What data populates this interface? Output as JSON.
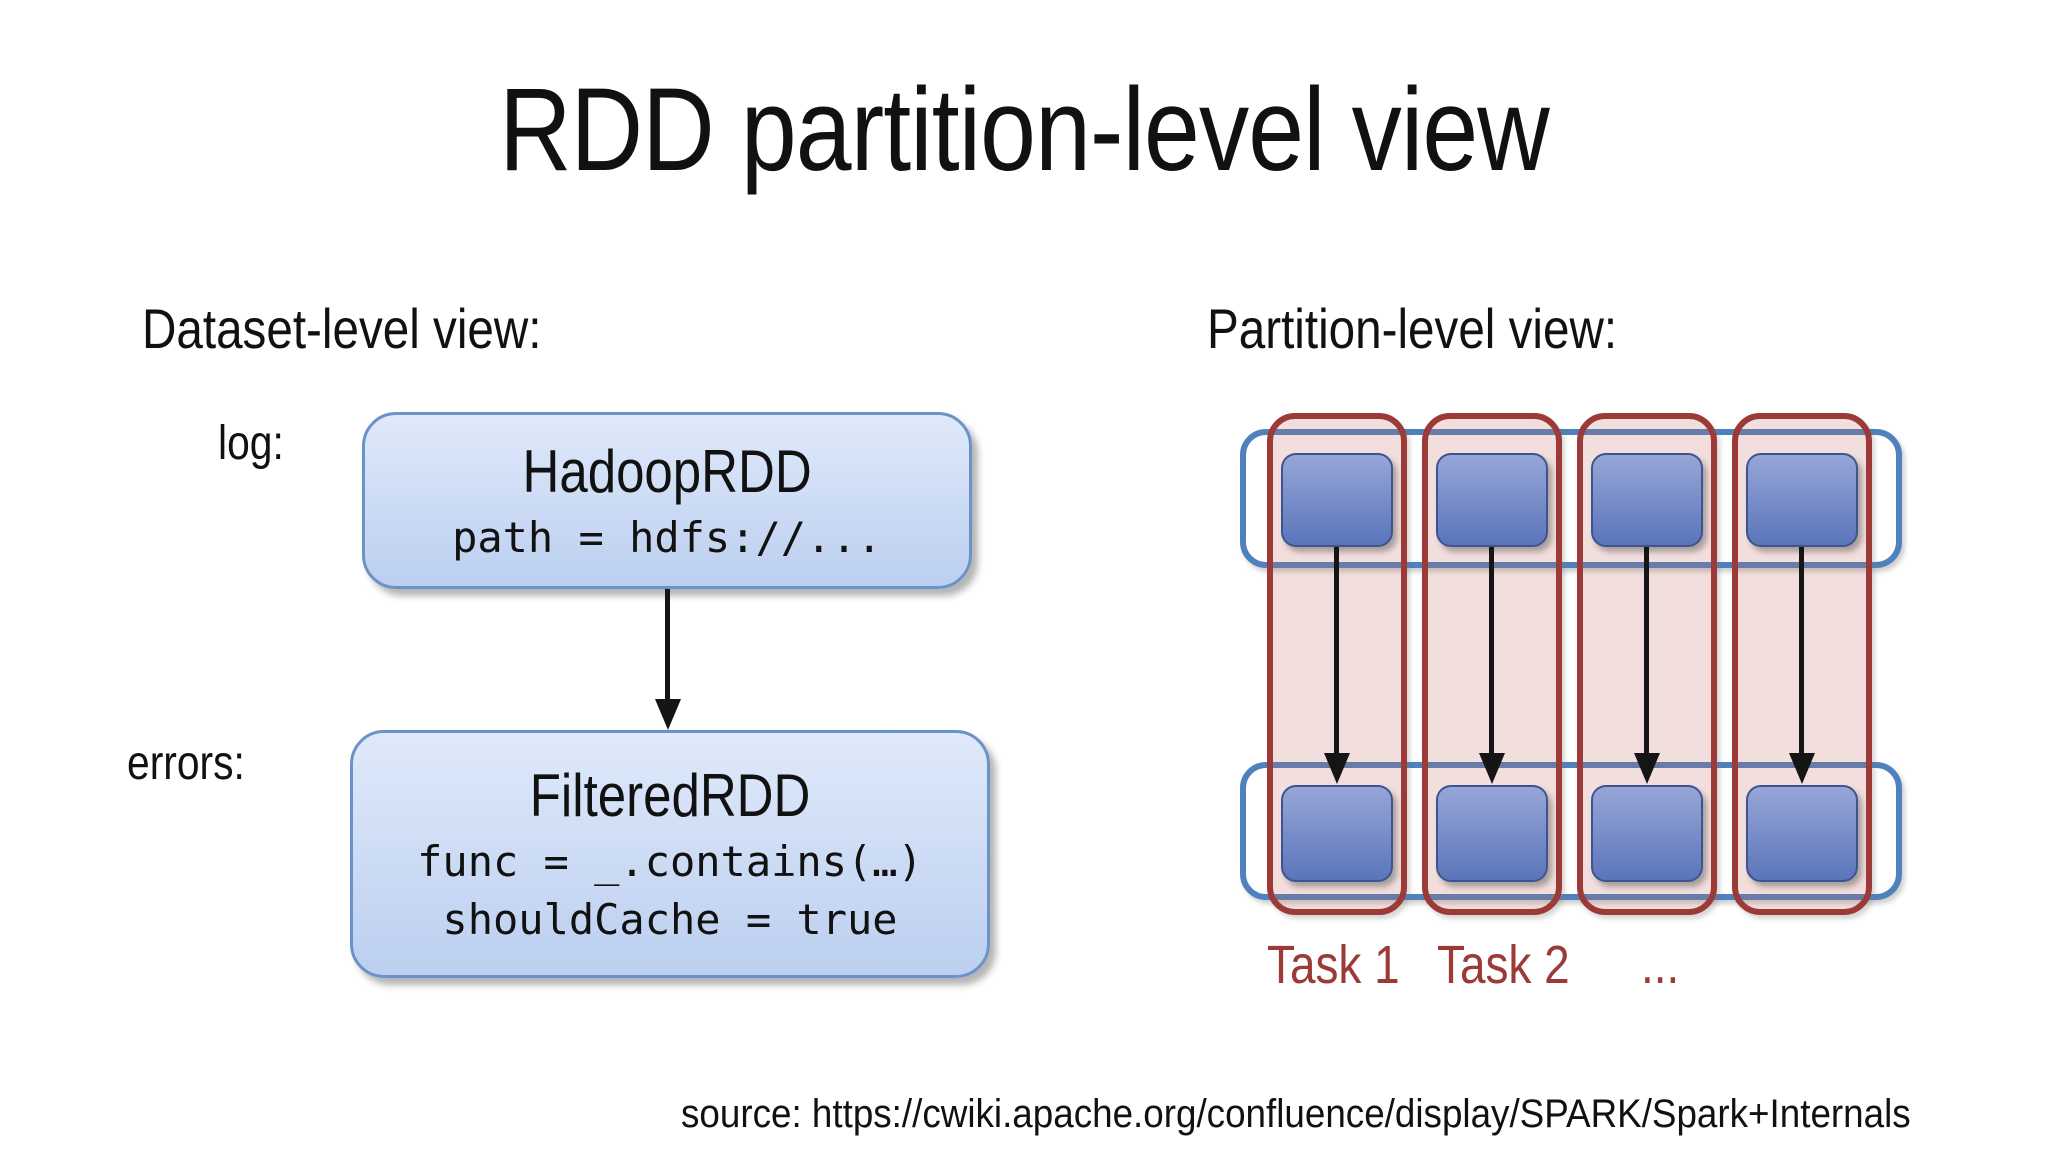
{
  "title": "RDD partition-level view",
  "left_panel": {
    "heading": "Dataset-level view:",
    "rows": [
      {
        "label": "log:",
        "box": {
          "name": "HadoopRDD",
          "props": [
            "path = hdfs://..."
          ]
        }
      },
      {
        "label": "errors:",
        "box": {
          "name": "FilteredRDD",
          "props": [
            "func = _.contains(…)",
            "shouldCache = true"
          ]
        }
      }
    ]
  },
  "right_panel": {
    "heading": "Partition-level view:",
    "partition_count": 4,
    "task_labels": [
      "Task 1",
      "Task 2"
    ],
    "task_ellipsis": "..."
  },
  "footer": {
    "source": "source: https://cwiki.apache.org/confluence/display/SPARK/Spark+Internals"
  },
  "colors": {
    "slide-bg": "#ffffff",
    "text-black": "#111111",
    "accent-red": "#9c3a38",
    "pink-fill": "rgba(198,110,100,0.22)",
    "band-blue": "#4f81bd",
    "rdd-box-top": "#dfe9fa",
    "rdd-box-bottom": "#bccff0",
    "rdd-box-border": "#6b93c8",
    "part-box-top": "#97a6d7",
    "part-box-bottom": "#5a75ba",
    "part-box-border": "#3e548e"
  }
}
